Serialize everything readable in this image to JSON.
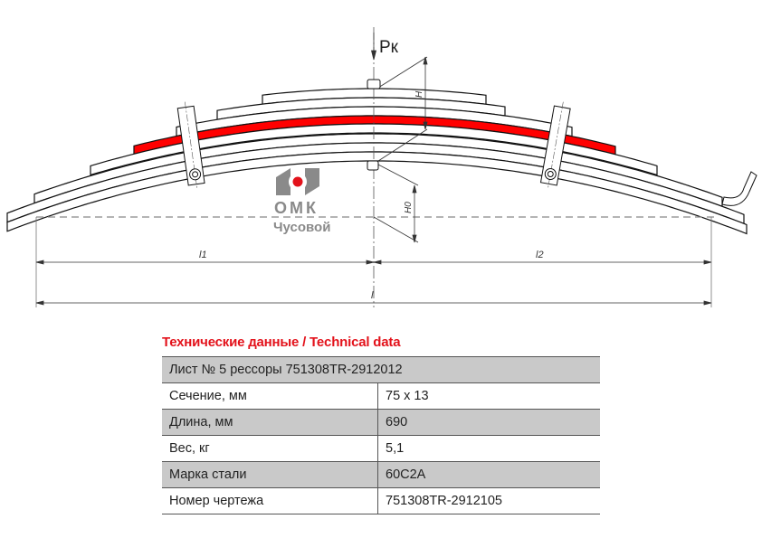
{
  "drawing": {
    "load_label": "Pк",
    "height_label": "H",
    "height0_label": "H0",
    "l1_label": "l1",
    "l2_label": "l2",
    "l_label": "l",
    "highlight_color": "#ff0000"
  },
  "logo": {
    "name": "ОМК",
    "sub": "Чусовой",
    "color": "#8a8a8a",
    "accent": "#e3121b"
  },
  "table": {
    "title": "Технические данные / Technical data",
    "header": "Лист № 5 рессоры 751308TR-2912012",
    "rows": [
      {
        "label": "Сечение, мм",
        "value": "75 x 13"
      },
      {
        "label": "Длина, мм",
        "value": "690"
      },
      {
        "label": "Вес, кг",
        "value": "5,1"
      },
      {
        "label": "Марка стали",
        "value": "60С2А"
      },
      {
        "label": "Номер чертежа",
        "value": "751308TR-2912105"
      }
    ]
  }
}
